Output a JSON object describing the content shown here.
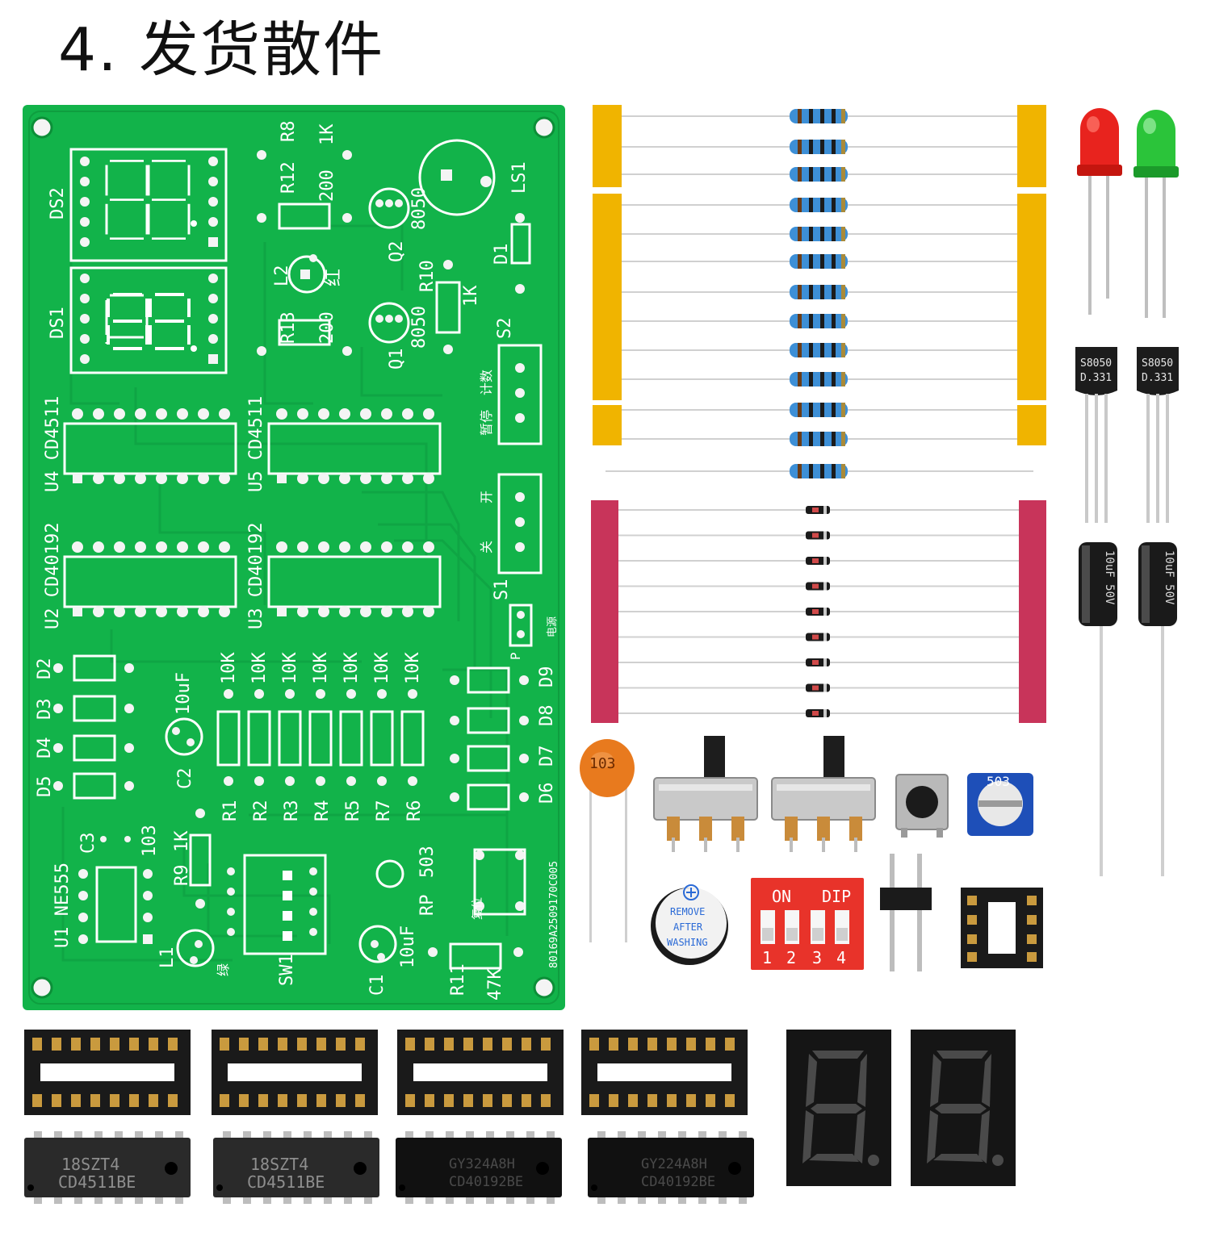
{
  "page": {
    "title": "4. 发货散件"
  },
  "pcb": {
    "board_id": "80169A2509170C005",
    "labels": {
      "ds2": "DS2",
      "ds1": "DS1",
      "r8": "R8",
      "r8_val": "1K",
      "r12": "R12",
      "r12_val": "200",
      "q2": "Q2",
      "q2_val": "8050",
      "q1": "Q1",
      "q1_val": "8050",
      "ls1": "LS1",
      "d1": "D1",
      "l2": "L2",
      "red": "红",
      "r10": "R10",
      "r10_val": "1K",
      "r13": "R13",
      "r13_val": "200",
      "s2": "S2",
      "count": "计数",
      "pause": "暂停",
      "u4": "U4 CD4511",
      "u5": "U5 CD4511",
      "u2": "U2 CD40192",
      "u3": "U3 CD40192",
      "s1": "S1",
      "on": "开",
      "off": "关",
      "power": "电源",
      "p": "P",
      "d2": "D2",
      "d3": "D3",
      "d4": "D4",
      "d5": "D5",
      "d6": "D6",
      "d7": "D7",
      "d8": "D8",
      "d9": "D9",
      "c2": "C2",
      "c2_val": "10uF",
      "res_10k": "10K",
      "r1": "R1",
      "r2": "R2",
      "r3": "R3",
      "r4": "R4",
      "r5": "R5",
      "r7": "R7",
      "r6": "R6",
      "c3": "C3",
      "c3_val": "103",
      "r9": "R9",
      "r9_val": "1K",
      "u1": "U1 NE555",
      "l1": "L1",
      "green": "绿",
      "sw1": "SW1",
      "rp": "RP",
      "rp_val": "503",
      "c1": "C1",
      "c1_val": "10uF",
      "reset": "复位",
      "r11": "R11",
      "r11_val": "47K"
    }
  },
  "parts": {
    "ceramic_cap": "103",
    "potentiometer": "503",
    "buzzer_text": [
      "REMOVE",
      "AFTER",
      "WASHING"
    ],
    "dip_on": "ON",
    "dip_dip": "DIP",
    "dip_nums": [
      "1",
      "2",
      "3",
      "4"
    ],
    "transistor_marking": [
      "S8050",
      "D.331"
    ],
    "electrolytic_marking": "10uF 50V",
    "chips": [
      {
        "line1": "18SZT4",
        "line2": "CD4511BE"
      },
      {
        "line1": "18SZT4",
        "line2": "CD4511BE"
      },
      {
        "line1": "GY324A8H",
        "line2": "CD40192BE"
      },
      {
        "line1": "GY224A8H",
        "line2": "CD40192BE"
      }
    ]
  },
  "colors": {
    "pcb": "#12b34a",
    "tape_yellow": "#f0b400",
    "tape_magenta": "#c8345a",
    "led_red": "#e8231e",
    "led_green": "#2bc43a",
    "resistor_body": "#3d8fd6",
    "dip_red": "#e8332a",
    "pot_blue": "#1e4fb8"
  }
}
